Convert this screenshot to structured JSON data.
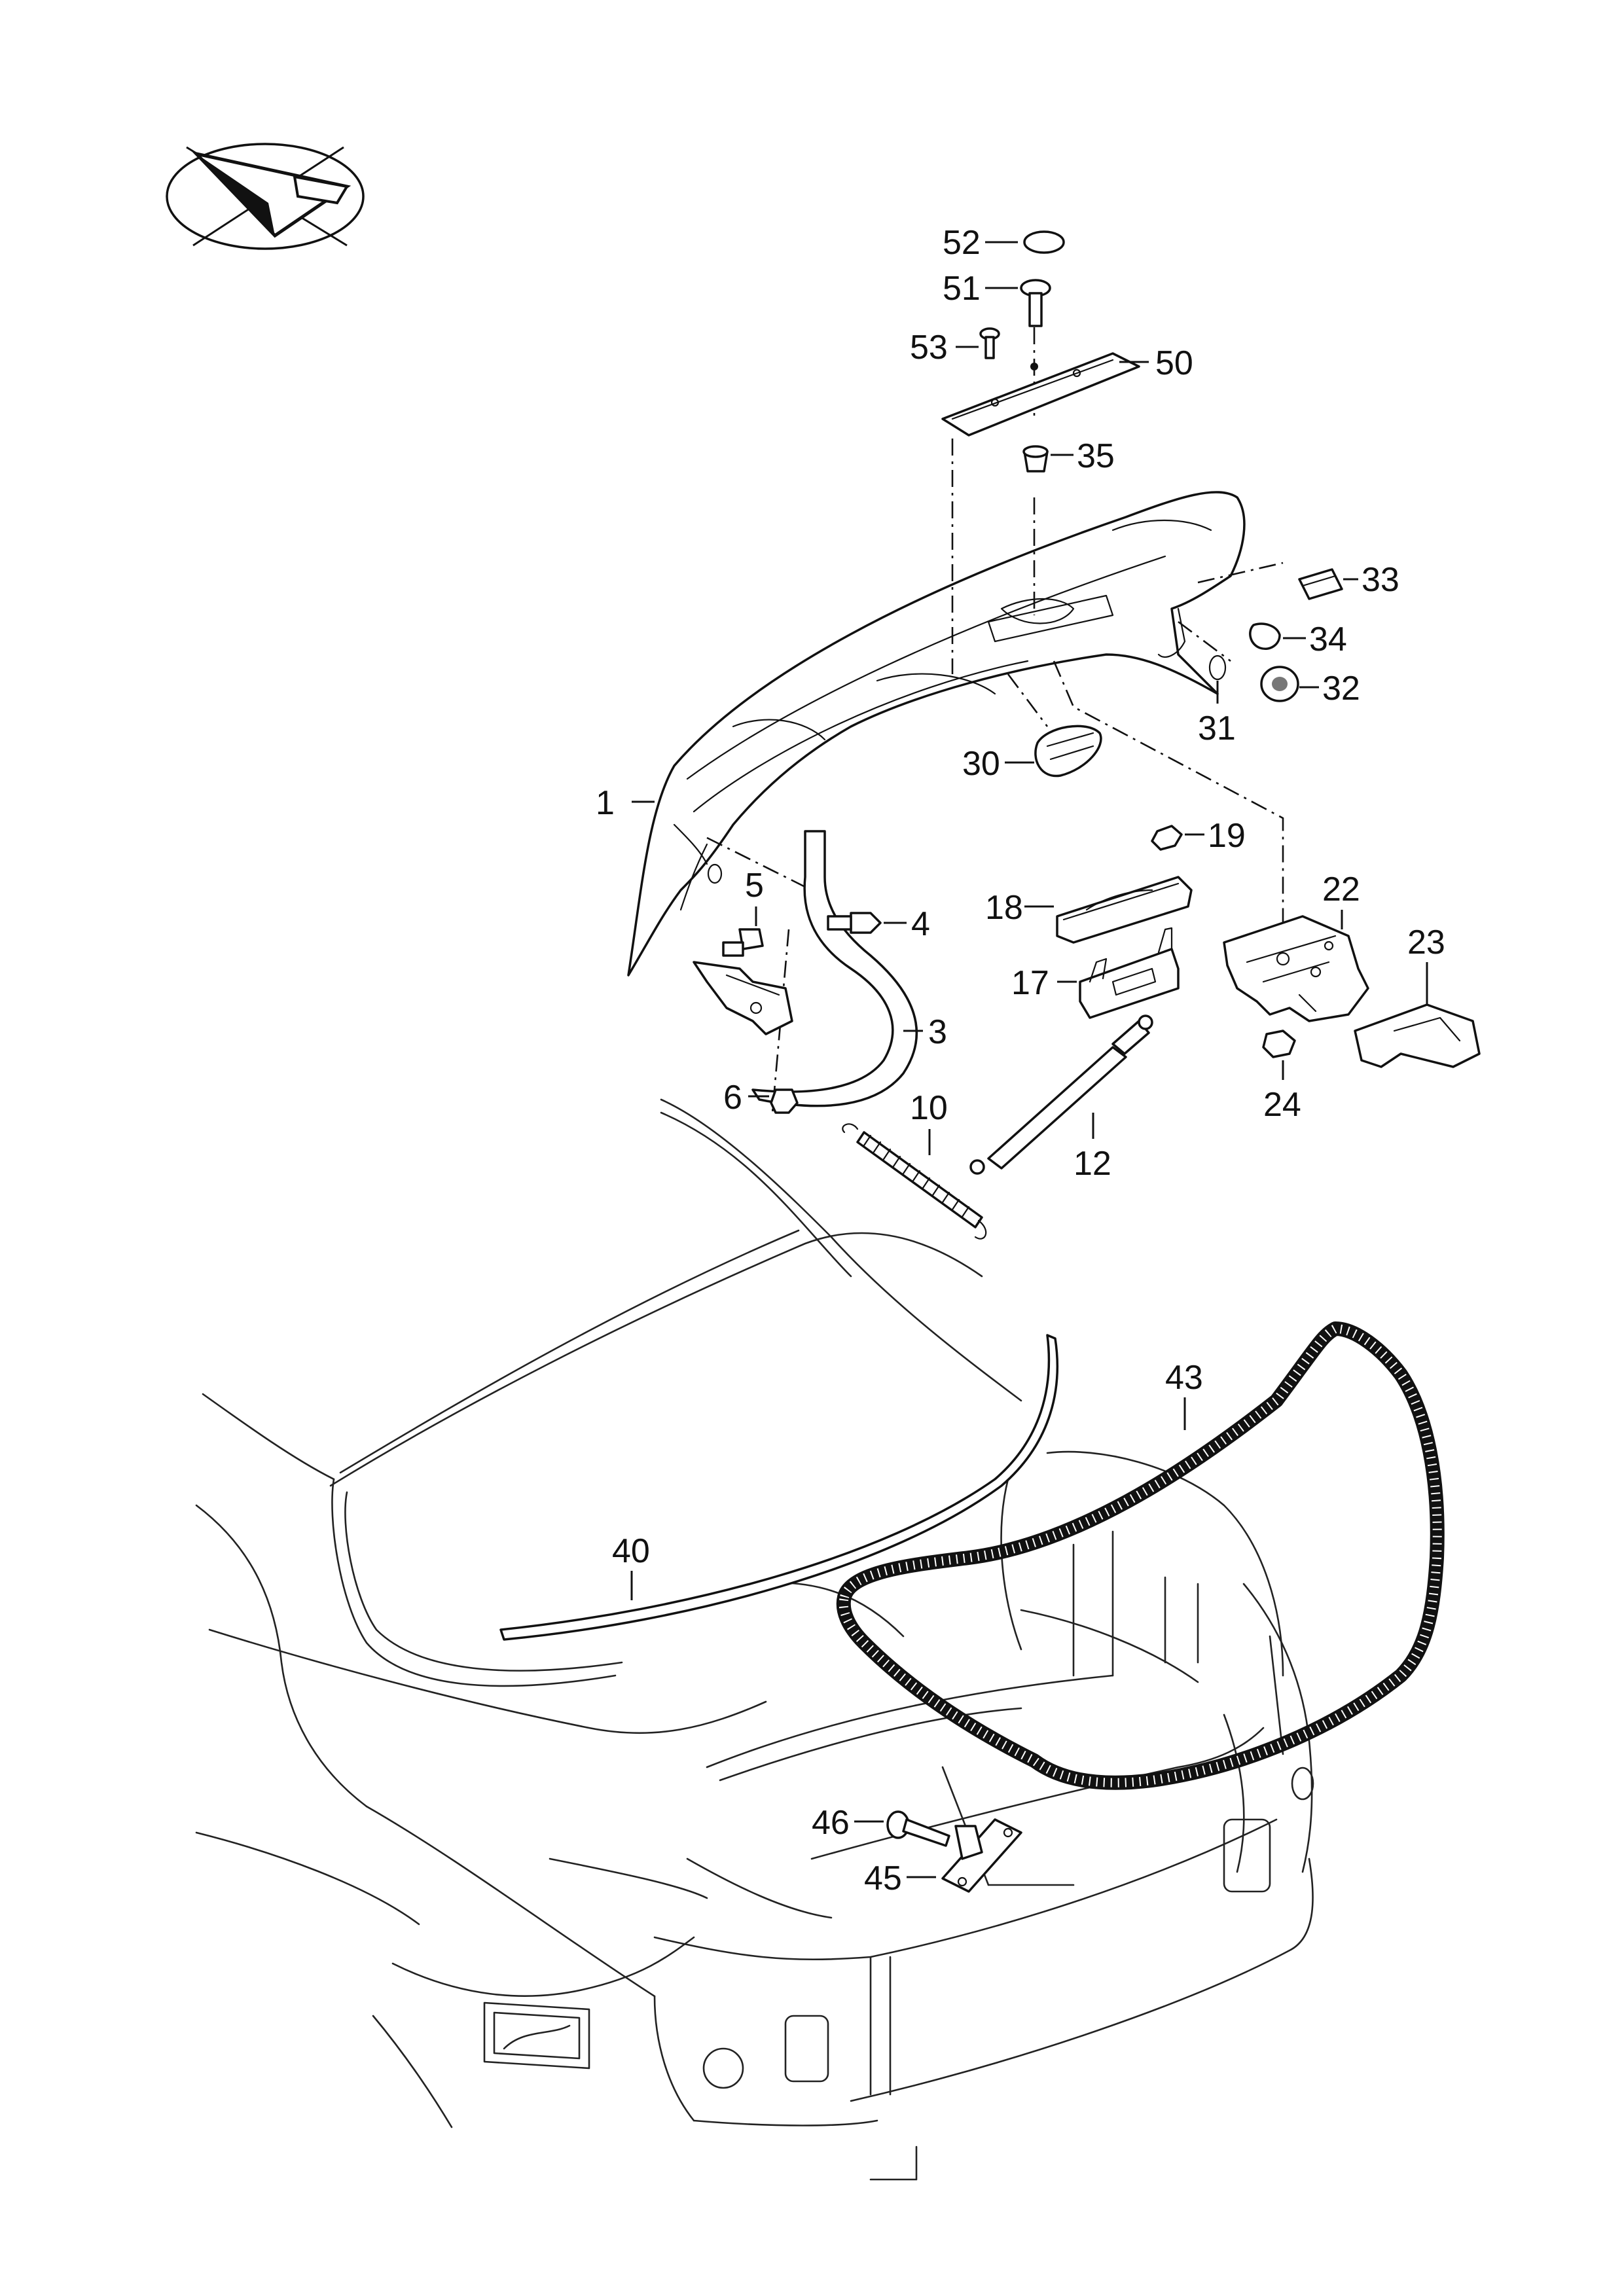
{
  "callouts": {
    "c1": "1",
    "c3": "3",
    "c4": "4",
    "c5": "5",
    "c6": "6",
    "c10": "10",
    "c12": "12",
    "c17": "17",
    "c18": "18",
    "c19": "19",
    "c22": "22",
    "c23": "23",
    "c24": "24",
    "c30": "30",
    "c31": "31",
    "c32": "32",
    "c33": "33",
    "c34": "34",
    "c35": "35",
    "c40": "40",
    "c43": "43",
    "c45": "45",
    "c46": "46",
    "c50": "50",
    "c51": "51",
    "c52": "52",
    "c53": "53"
  },
  "icons": {
    "orientation": "view-direction-arrow-icon"
  }
}
